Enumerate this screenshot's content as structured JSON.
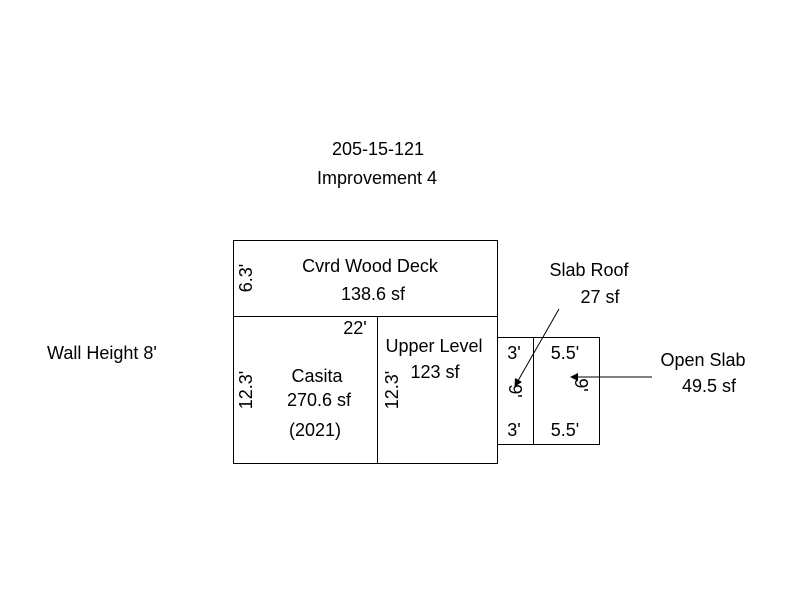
{
  "header": {
    "parcel_number": "205-15-121",
    "improvement": "Improvement 4"
  },
  "wall_height": "Wall Height 8'",
  "areas": {
    "deck": {
      "name": "Cvrd Wood Deck",
      "area": "138.6 sf",
      "side_dim": "6.3'"
    },
    "casita": {
      "name": "Casita",
      "area": "270.6 sf",
      "year": "(2021)",
      "side_dim": "12.3'",
      "top_dim": "22'"
    },
    "upper_level": {
      "name": "Upper Level",
      "area": "123 sf",
      "side_dim": "12.3'"
    },
    "slab_roof": {
      "name": "Slab Roof",
      "area": "27 sf",
      "top_dim": "3'",
      "bottom_dim": "3'",
      "side_dim": "9'"
    },
    "open_slab": {
      "name": "Open Slab",
      "area": "49.5 sf",
      "top_dim": "5.5'",
      "bottom_dim": "5.5'",
      "side_dim": "9'"
    }
  },
  "colors": {
    "line": "#000000",
    "background": "#ffffff"
  }
}
